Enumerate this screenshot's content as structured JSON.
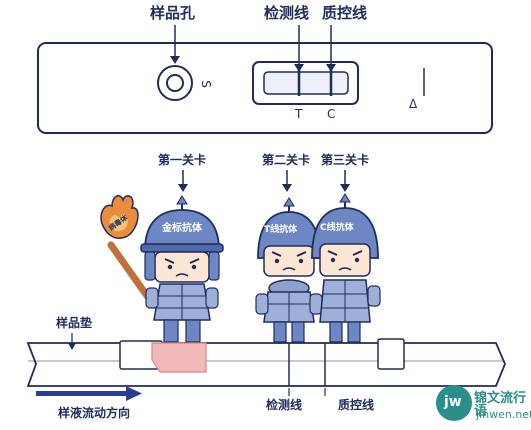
{
  "labels": {
    "sample_hole": "样品孔",
    "test_line": "检测线",
    "control_line": "质控线",
    "sample_pad": "样品垫",
    "checkpoint_1": "第一关卡",
    "checkpoint_2": "第二关卡",
    "checkpoint_3": "第三关卡",
    "bottom_test_line": "检测线",
    "bottom_control_line": "质控线",
    "flow_direction": "样液流动方向"
  },
  "cassette_marks": {
    "sample_glyph": "S",
    "t_mark": "T",
    "c_mark": "C",
    "reader_glyph": "Δ"
  },
  "characters": {
    "gold_antibody": "金标抗体",
    "t_antibody": "T线抗体",
    "c_antibody": "C线抗体",
    "torch_text": "病毒体"
  },
  "watermark": {
    "logo": "jw",
    "name": "锦文流行语",
    "url": "jinwen.net"
  },
  "colors": {
    "ink": "#1f2d5c",
    "helmet": "#6d87c4",
    "armor": "#9fb0d8",
    "torch_flame": "#e98c3b",
    "strip_pink": "#f2b9b9",
    "watermark": "#2a8f8a"
  }
}
